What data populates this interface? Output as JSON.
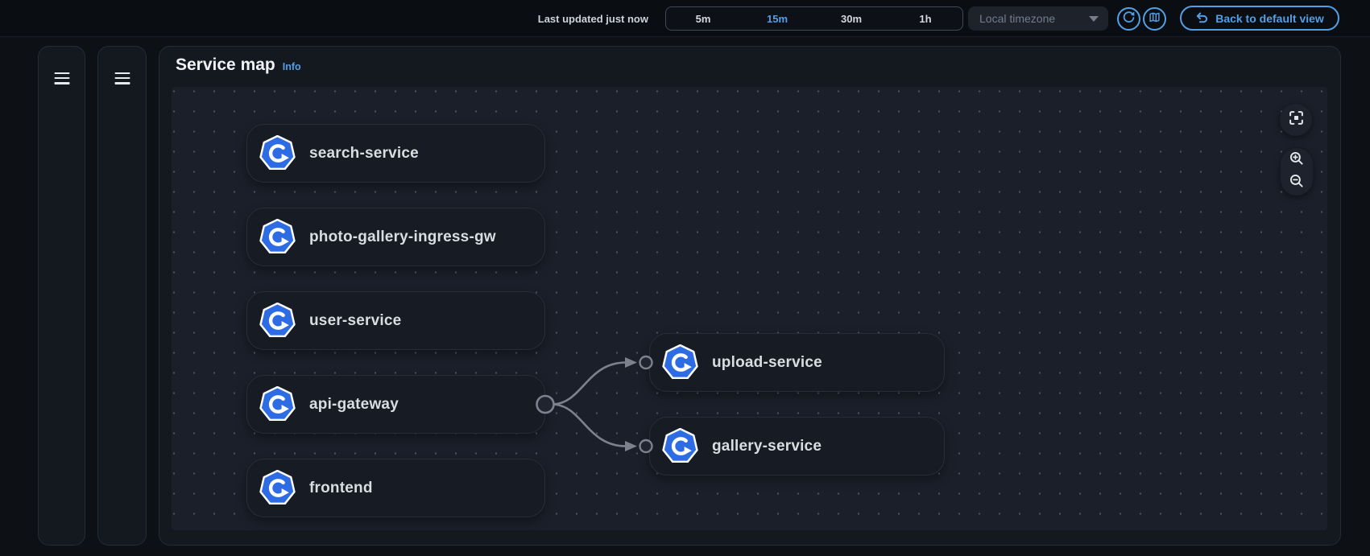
{
  "topbar": {
    "last_updated": "Last updated just now",
    "ranges": [
      {
        "label": "5m",
        "selected": false
      },
      {
        "label": "15m",
        "selected": true
      },
      {
        "label": "30m",
        "selected": false
      },
      {
        "label": "1h",
        "selected": false
      }
    ],
    "selected_range": "15m",
    "timezone": {
      "value": "Local timezone",
      "icon": "caret-down-icon",
      "disabled": true
    },
    "refresh_icon": "refresh-icon",
    "map_icon": "minimap-icon",
    "back_button": {
      "label": "Back to default view",
      "icon": "undo-arrow-icon"
    }
  },
  "side_rails": [
    {
      "icon": "menu-icon"
    },
    {
      "icon": "menu-icon"
    }
  ],
  "service_map": {
    "title": "Service map",
    "info_link": "Info",
    "node_icon": "kubernetes-service-icon",
    "nodes": [
      {
        "label": "search-service",
        "column": "left",
        "row": 0
      },
      {
        "label": "photo-gallery-ingress-gw",
        "column": "left",
        "row": 1
      },
      {
        "label": "user-service",
        "column": "left",
        "row": 2
      },
      {
        "label": "api-gateway",
        "column": "left",
        "row": 3
      },
      {
        "label": "frontend",
        "column": "left",
        "row": 4
      },
      {
        "label": "upload-service",
        "column": "right",
        "row": 0
      },
      {
        "label": "gallery-service",
        "column": "right",
        "row": 1
      }
    ],
    "edges": [
      {
        "from": "api-gateway",
        "to": "upload-service"
      },
      {
        "from": "api-gateway",
        "to": "gallery-service"
      }
    ],
    "controls": {
      "fit": "fit-to-screen-icon",
      "zoom_in": "zoom-in-icon",
      "zoom_out": "zoom-out-icon"
    }
  },
  "colors": {
    "accent_blue": "#539fe5",
    "kubernetes_blue": "#2e6ce4",
    "edge_gray": "#7b828e",
    "page_bg": "#0d1015",
    "panel_bg": "#14181f",
    "canvas_bg": "#1a1f29",
    "node_bg": "#171b24"
  }
}
